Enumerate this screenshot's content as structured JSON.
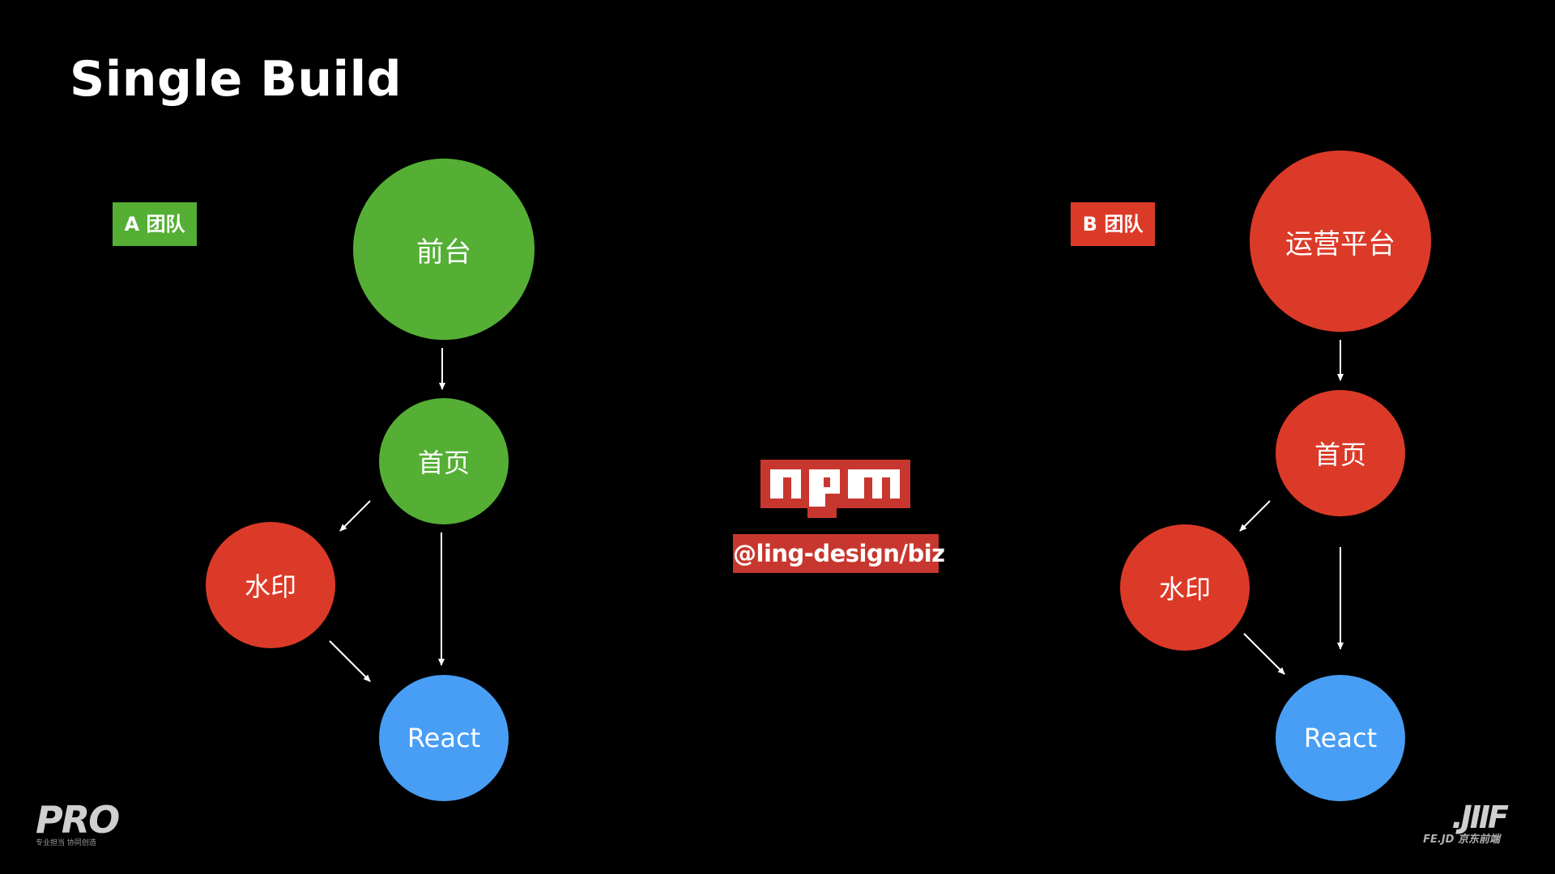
{
  "slide": {
    "title": "Single Build"
  },
  "colors": {
    "background": "#000000",
    "green": "#55AF35",
    "red": "#DC3A28",
    "blue": "#489EF5",
    "npm_red": "#C8372F",
    "edge": "#FFFFFF"
  },
  "team_a": {
    "badge": "A 团队",
    "nodes": {
      "app": "前台",
      "home": "首页",
      "watermark": "水印",
      "react": "React"
    }
  },
  "team_b": {
    "badge": "B 团队",
    "nodes": {
      "app": "运营平台",
      "home": "首页",
      "watermark": "水印",
      "react": "React"
    }
  },
  "center": {
    "logo_icon": "npm-logo",
    "logo_text": "npm",
    "package": "@ling-design/biz"
  },
  "footer": {
    "left_logo": "PRO",
    "left_logo_caption": "专业担当 协同创造",
    "right_logo": ".JIIF",
    "right_logo_caption": "FE.JD 京东前端"
  }
}
